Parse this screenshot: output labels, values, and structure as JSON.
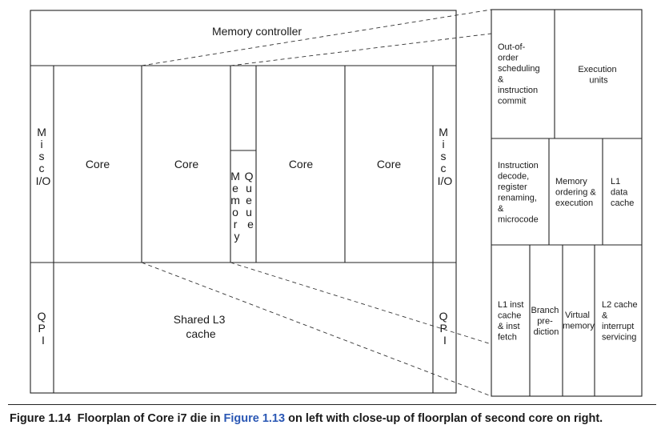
{
  "floorplan": {
    "memory_controller": "Memory controller",
    "misc_io_left": [
      "M",
      "i",
      "s",
      "c",
      "I/O"
    ],
    "misc_io_right": [
      "M",
      "i",
      "s",
      "c",
      "I/O"
    ],
    "cores": [
      "Core",
      "Core",
      "Core",
      "Core"
    ],
    "memory": [
      "M",
      "e",
      "m",
      "o",
      "r",
      "y"
    ],
    "queue": [
      "Q",
      "u",
      "e",
      "u",
      "e"
    ],
    "qpi_left": [
      "Q",
      "P",
      "I"
    ],
    "qpi_right": [
      "Q",
      "P",
      "I"
    ],
    "shared_l3": [
      "Shared L3",
      "cache"
    ]
  },
  "closeup": {
    "out_of_order": [
      "Out-of-",
      "order",
      "scheduling",
      "&",
      "instruction",
      "commit"
    ],
    "execution_units": [
      "Execution",
      "units"
    ],
    "instruction_decode": [
      "Instruction",
      "decode,",
      "register",
      "renaming,",
      "&",
      "microcode"
    ],
    "memory_ordering": [
      "Memory",
      "ordering &",
      "execution"
    ],
    "l1_data_cache": [
      "L1",
      "data",
      "cache"
    ],
    "l1_inst_cache": [
      "L1 inst",
      "cache",
      "& inst",
      "fetch"
    ],
    "branch_prediction": [
      "Branch",
      "pre-",
      "diction"
    ],
    "virtual_memory": [
      "Virtual",
      "memory"
    ],
    "l2_cache": [
      "L2 cache",
      "&",
      "interrupt",
      "servicing"
    ]
  },
  "caption": {
    "label": "Figure 1.14",
    "text_1": "Floorplan of Core i7 die in",
    "ref": "Figure 1.13",
    "text_2": "on left with close-up of floorplan of second core on right."
  }
}
